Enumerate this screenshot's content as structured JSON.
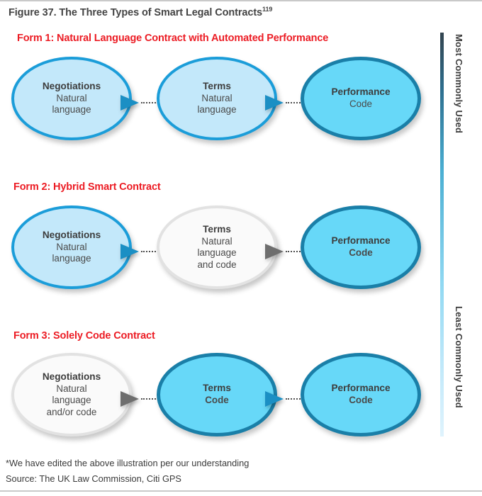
{
  "figure": {
    "title": "Figure 37. The Three Types of Smart Legal Contracts",
    "footnote_marker": "119"
  },
  "scale": {
    "top_label": "Most Commonly Used",
    "bottom_label": "Least Commonly Used",
    "gradient_top_color": "#33444f",
    "gradient_bottom_color": "#dff3fd"
  },
  "colors": {
    "heading_red": "#ec1c24",
    "lightblue_fill": "#c3e8fa",
    "lightblue_border": "#1b9dd9",
    "cyan_fill": "#67d8f8",
    "cyan_border": "#1a7fa8",
    "grey_fill": "#fafafa",
    "grey_border": "#e2e2e2",
    "connector_blue": "#1b8fc4",
    "connector_grey": "#6e6e6e"
  },
  "forms": [
    {
      "heading": "Form 1: Natural Language Contract with Automated Performance",
      "nodes": [
        {
          "title": "Negotiations",
          "line1": "Natural",
          "line2": "language",
          "line3": "",
          "style": "lightblue"
        },
        {
          "title": "Terms",
          "line1": "Natural",
          "line2": "language",
          "line3": "",
          "style": "lightblue"
        },
        {
          "title": "Performance",
          "line1": "Code",
          "line2": "",
          "line3": "",
          "style": "cyan"
        }
      ],
      "connectors": [
        {
          "style": "blue"
        },
        {
          "style": "blue"
        }
      ]
    },
    {
      "heading": "Form 2: Hybrid Smart Contract",
      "nodes": [
        {
          "title": "Negotiations",
          "line1": "Natural",
          "line2": "language",
          "line3": "",
          "style": "lightblue"
        },
        {
          "title": "Terms",
          "line1": "Natural",
          "line2": "language",
          "line3": "and code",
          "style": "grey"
        },
        {
          "title": "Performance",
          "line1": "Code",
          "line2": "",
          "line3": "",
          "style": "cyan"
        }
      ],
      "connectors": [
        {
          "style": "blue"
        },
        {
          "style": "grey"
        }
      ]
    },
    {
      "heading": "Form 3: Solely Code Contract",
      "nodes": [
        {
          "title": "Negotiations",
          "line1": "Natural",
          "line2": "language",
          "line3": "and/or code",
          "style": "grey"
        },
        {
          "title": "Terms",
          "line1": "Code",
          "line2": "",
          "line3": "",
          "style": "cyan"
        },
        {
          "title": "Performance",
          "line1": "Code",
          "line2": "",
          "line3": "",
          "style": "cyan"
        }
      ],
      "connectors": [
        {
          "style": "grey"
        },
        {
          "style": "blue"
        }
      ]
    }
  ],
  "footer": {
    "note": "*We have edited the above illustration per our understanding",
    "source": "Source: The UK Law Commission, Citi GPS"
  }
}
